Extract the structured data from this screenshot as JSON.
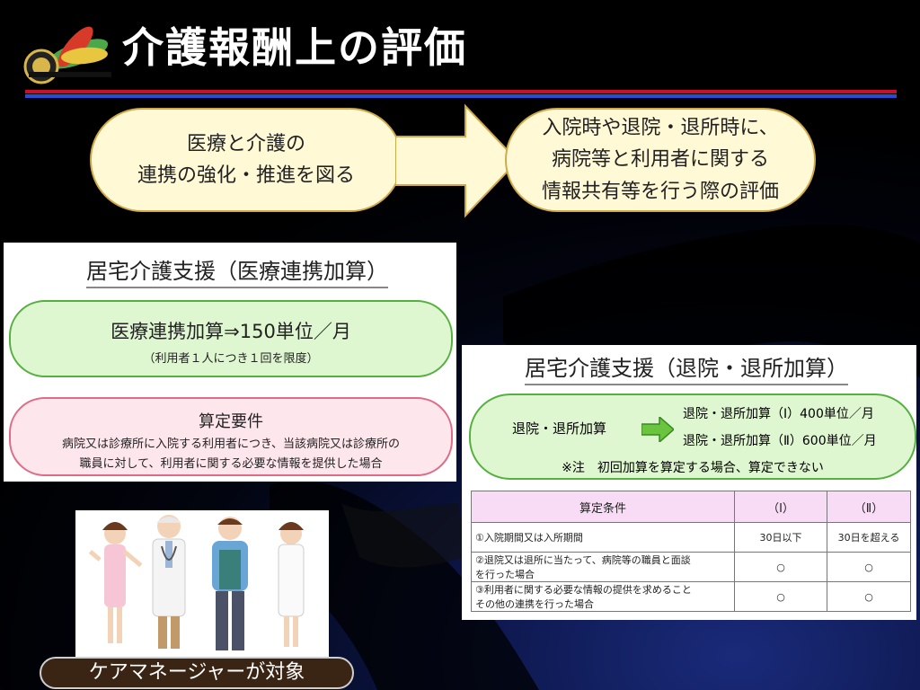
{
  "title": "介護報酬上の評価",
  "flow": {
    "left_line1": "医療と介護の",
    "left_line2": "連携の強化・推進を図る",
    "right_line1": "入院時や退院・退所時に、",
    "right_line2": "病院等と利用者に関する",
    "right_line3": "情報共有等を行う際の評価"
  },
  "left_panel": {
    "heading": "居宅介護支援（医療連携加算）",
    "green_main": "医療連携加算⇒150単位／月",
    "green_sub": "（利用者１人につき１回を限度）",
    "pink_title": "算定要件",
    "pink_line1": "病院又は診療所に入院する利用者につき、当該病院又は診療所の",
    "pink_line2": "職員に対して、利用者に関する必要な情報を提供した場合"
  },
  "illustration": {
    "caption": "ケアマネージャーが対象"
  },
  "right_panel": {
    "heading": "居宅介護支援（退院・退所加算）",
    "label": "退院・退所加算",
    "item1": "退院・退所加算（Ⅰ）400単位／月",
    "item2": "退院・退所加算（Ⅱ）600単位／月",
    "note": "※注　初回加算を算定する場合、算定できない",
    "table": {
      "headers": [
        "算定条件",
        "（Ⅰ）",
        "（Ⅱ）"
      ],
      "rows": [
        {
          "cond1": "①入院期間又は入所期間",
          "cond2": "",
          "v1": "30日以下",
          "v2": "30日を超える"
        },
        {
          "cond1": "②退院又は退所に当たって、病院等の職員と面談",
          "cond2": "を行った場合",
          "v1": "○",
          "v2": "○"
        },
        {
          "cond1": "③利用者に関する必要な情報の提供を求めること",
          "cond2": "その他の連携を行った場合",
          "v1": "○",
          "v2": "○"
        }
      ]
    }
  },
  "colors": {
    "accent_red": "#c8102e",
    "accent_blue": "#2a4bd8",
    "pill_fill": "#fff9d6",
    "green_fill": "#dff7d0",
    "pink_fill": "#fde6ec",
    "table_header": "#f8dcf6"
  }
}
